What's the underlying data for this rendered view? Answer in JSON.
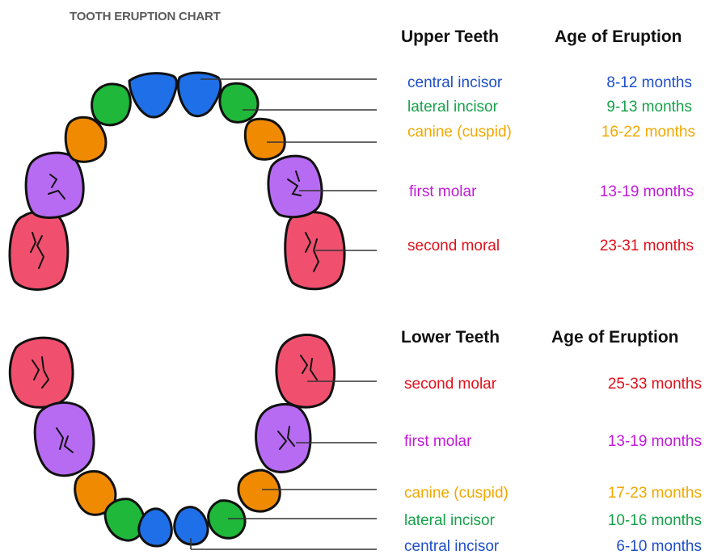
{
  "title": "TOOTH ERUPTION CHART",
  "colors": {
    "central_incisor": "#1f6fe8",
    "lateral_incisor": "#1fb83a",
    "canine": "#f08a00",
    "first_molar": "#b76bf2",
    "second_molar": "#f0506e",
    "outline": "#111111",
    "leader": "#333333"
  },
  "upper": {
    "header_teeth": "Upper Teeth",
    "header_age": "Age of Eruption",
    "rows": [
      {
        "tooth": "central incisor",
        "age": "8-12 months"
      },
      {
        "tooth": "lateral incisor",
        "age": "9-13 months"
      },
      {
        "tooth": "canine (cuspid)",
        "age": "16-22 months"
      },
      {
        "tooth": "first molar",
        "age": "13-19 months"
      },
      {
        "tooth": "second moral",
        "age": "23-31 months"
      }
    ]
  },
  "lower": {
    "header_teeth": "Lower Teeth",
    "header_age": "Age of Eruption",
    "rows": [
      {
        "tooth": "second molar",
        "age": "25-33 months"
      },
      {
        "tooth": "first molar",
        "age": "13-19 months"
      },
      {
        "tooth": "canine (cuspid)",
        "age": "17-23 months"
      },
      {
        "tooth": "lateral incisor",
        "age": "10-16 months"
      },
      {
        "tooth": "central incisor",
        "age": "6-10 months"
      }
    ]
  }
}
